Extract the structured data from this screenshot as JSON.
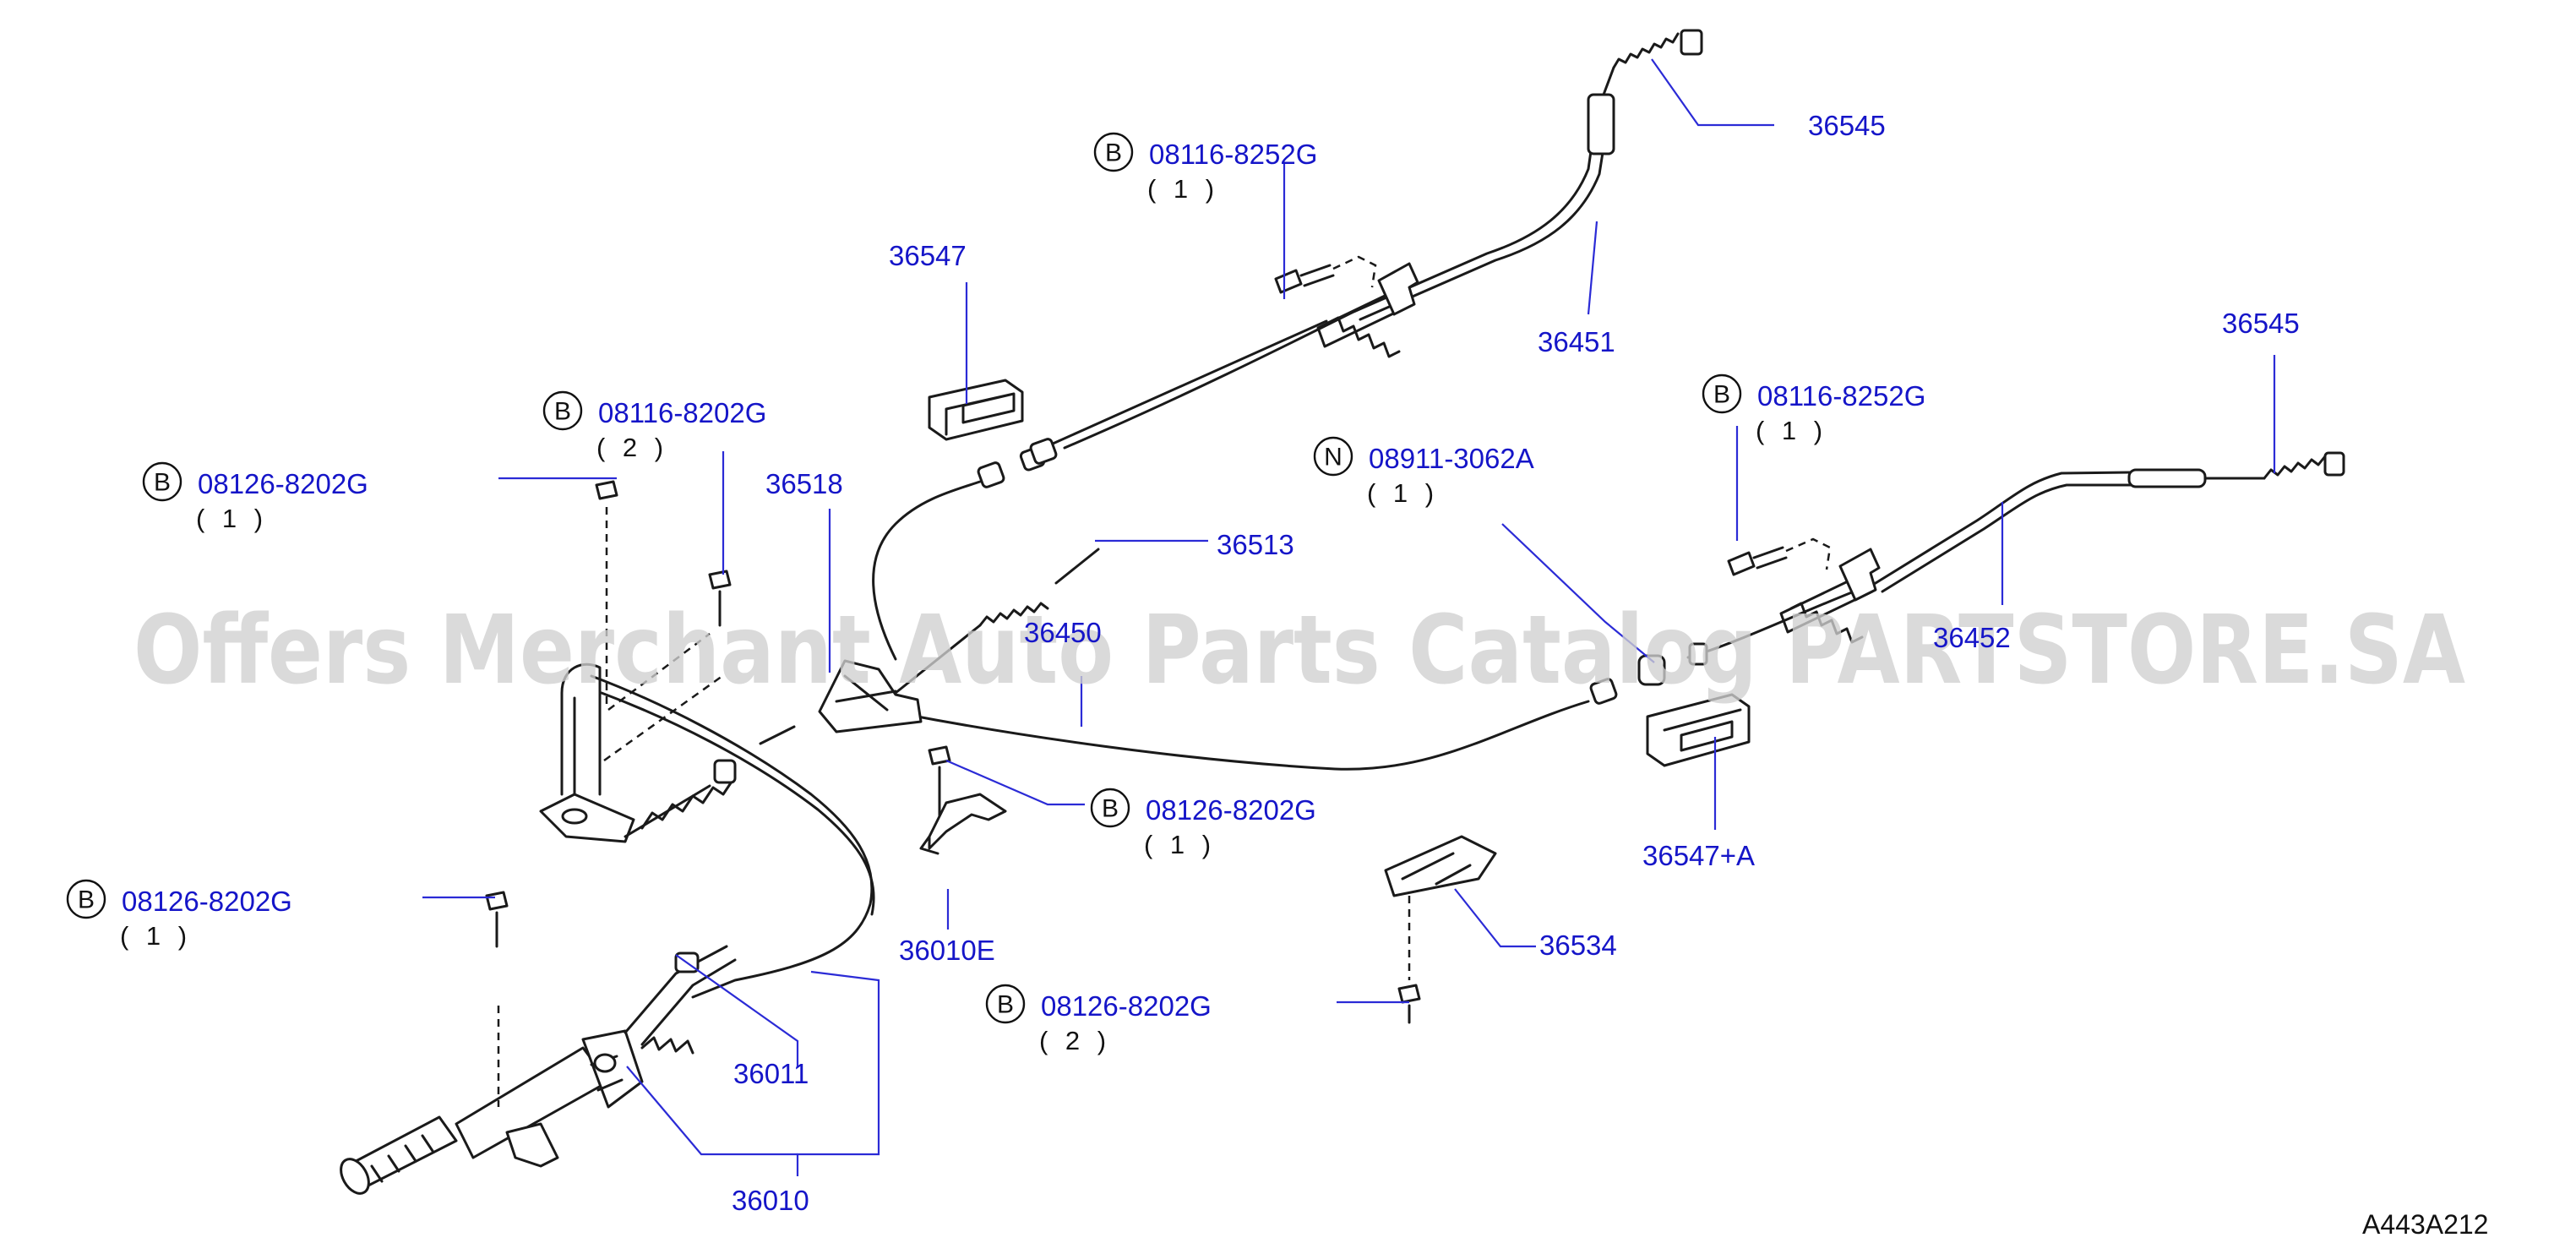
{
  "colors": {
    "label": "#1515c8",
    "line": "#1a1a1a",
    "leader": "#2b2bd6",
    "watermark": "#cfcfcf",
    "code": "#111111"
  },
  "watermark": "Offers Merchant Auto Parts Catalog PARTSTORE.SA",
  "diagram_code": "A443A212",
  "labels": {
    "p36545_top": "36545",
    "p36451": "36451",
    "p36547": "36547",
    "p36545_right": "36545",
    "p36518": "36518",
    "p36513": "36513",
    "p36450": "36450",
    "p36452": "36452",
    "p36547a": "36547+A",
    "p36010e": "36010E",
    "p36534": "36534",
    "p36011": "36011",
    "p36010": "36010"
  },
  "callouts": {
    "b1": {
      "symbol": "B",
      "part": "08116-8252G",
      "qty": "( 1 )"
    },
    "b2": {
      "symbol": "B",
      "part": "08116-8202G",
      "qty": "( 2 )"
    },
    "b3": {
      "symbol": "B",
      "part": "08126-8202G",
      "qty": "( 1 )"
    },
    "b4": {
      "symbol": "B",
      "part": "08116-8252G",
      "qty": "( 1 )"
    },
    "n1": {
      "symbol": "N",
      "part": "08911-3062A",
      "qty": "( 1 )"
    },
    "b5": {
      "symbol": "B",
      "part": "08126-8202G",
      "qty": "( 1 )"
    },
    "b6": {
      "symbol": "B",
      "part": "08126-8202G",
      "qty": "( 1 )"
    },
    "b7": {
      "symbol": "B",
      "part": "08126-8202G",
      "qty": "( 2 )"
    }
  }
}
